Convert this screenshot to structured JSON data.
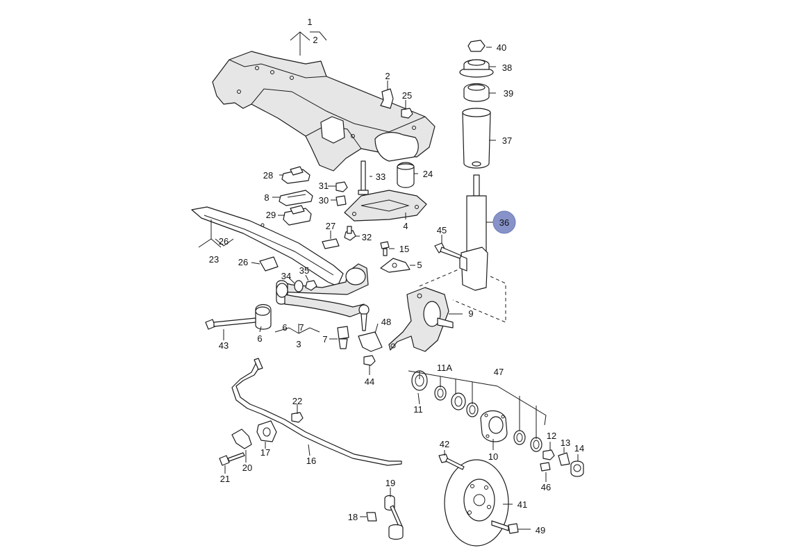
{
  "callouts": [
    {
      "id": "c1",
      "text": "1"
    },
    {
      "id": "c2a",
      "text": "2"
    },
    {
      "id": "c2b",
      "text": "2"
    },
    {
      "id": "c25",
      "text": "25"
    },
    {
      "id": "c40",
      "text": "40"
    },
    {
      "id": "c38",
      "text": "38"
    },
    {
      "id": "c39",
      "text": "39"
    },
    {
      "id": "c37",
      "text": "37"
    },
    {
      "id": "c28",
      "text": "28"
    },
    {
      "id": "c33",
      "text": "33"
    },
    {
      "id": "c24",
      "text": "24"
    },
    {
      "id": "c31",
      "text": "31"
    },
    {
      "id": "c8",
      "text": "8"
    },
    {
      "id": "c30",
      "text": "30"
    },
    {
      "id": "c29",
      "text": "29"
    },
    {
      "id": "c4",
      "text": "4"
    },
    {
      "id": "c27",
      "text": "27"
    },
    {
      "id": "c32",
      "text": "32"
    },
    {
      "id": "c45",
      "text": "45"
    },
    {
      "id": "c26a",
      "text": "26"
    },
    {
      "id": "c23",
      "text": "23"
    },
    {
      "id": "c15",
      "text": "15"
    },
    {
      "id": "c26b",
      "text": "26"
    },
    {
      "id": "c5",
      "text": "5"
    },
    {
      "id": "c35",
      "text": "35"
    },
    {
      "id": "c34",
      "text": "34"
    },
    {
      "id": "c9",
      "text": "9"
    },
    {
      "id": "c6a",
      "text": "6"
    },
    {
      "id": "c7a",
      "text": "7"
    },
    {
      "id": "c48",
      "text": "48"
    },
    {
      "id": "c43",
      "text": "43"
    },
    {
      "id": "c6b",
      "text": "6"
    },
    {
      "id": "c3",
      "text": "3"
    },
    {
      "id": "c7b",
      "text": "7"
    },
    {
      "id": "c47",
      "text": "47"
    },
    {
      "id": "c11a",
      "text": "11A"
    },
    {
      "id": "c44",
      "text": "44"
    },
    {
      "id": "c11",
      "text": "11"
    },
    {
      "id": "c22",
      "text": "22"
    },
    {
      "id": "c12",
      "text": "12"
    },
    {
      "id": "c13",
      "text": "13"
    },
    {
      "id": "c14",
      "text": "14"
    },
    {
      "id": "c42",
      "text": "42"
    },
    {
      "id": "c17",
      "text": "17"
    },
    {
      "id": "c10",
      "text": "10"
    },
    {
      "id": "c16",
      "text": "16"
    },
    {
      "id": "c20",
      "text": "20"
    },
    {
      "id": "c46",
      "text": "46"
    },
    {
      "id": "c21",
      "text": "21"
    },
    {
      "id": "c19",
      "text": "19"
    },
    {
      "id": "c41",
      "text": "41"
    },
    {
      "id": "c18",
      "text": "18"
    },
    {
      "id": "c49",
      "text": "49"
    }
  ],
  "highlight": {
    "text": "36",
    "color": "#8793c8"
  }
}
